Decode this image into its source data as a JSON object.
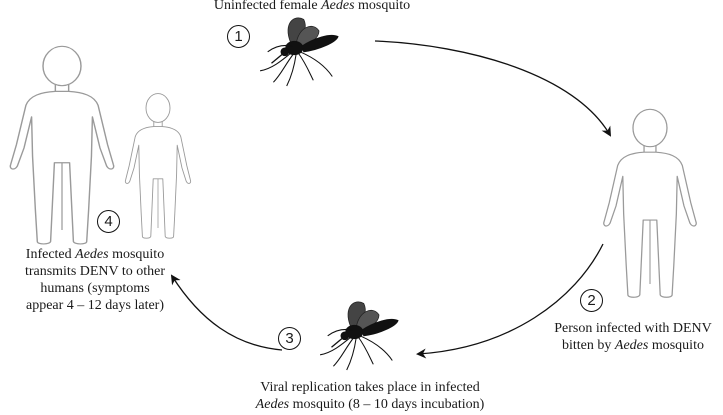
{
  "steps": [
    {
      "number": "1",
      "label": [
        "Uninfected female ",
        "Aedes",
        " mosquito"
      ]
    },
    {
      "number": "2",
      "lines": [
        [
          "Person infected with DENV"
        ],
        [
          "bitten by ",
          "Aedes",
          " mosquito"
        ]
      ]
    },
    {
      "number": "3",
      "lines": [
        [
          "Viral replication takes place in infected"
        ],
        [
          "Aedes",
          " mosquito (8 – 10 days incubation)"
        ]
      ]
    },
    {
      "number": "4",
      "lines": [
        [
          "Infected ",
          "Aedes",
          " mosquito"
        ],
        [
          "transmits DENV to other"
        ],
        [
          "humans (symptoms"
        ],
        [
          "appear 4 – 12 days later)"
        ]
      ]
    }
  ],
  "icons": [
    "mosquito-icon",
    "human-figure-icon"
  ],
  "colors": {
    "figure_outline": "#9a9a9a",
    "figure_fill": "#ffffff",
    "arrow": "#111111",
    "mosquito": "#111111"
  }
}
